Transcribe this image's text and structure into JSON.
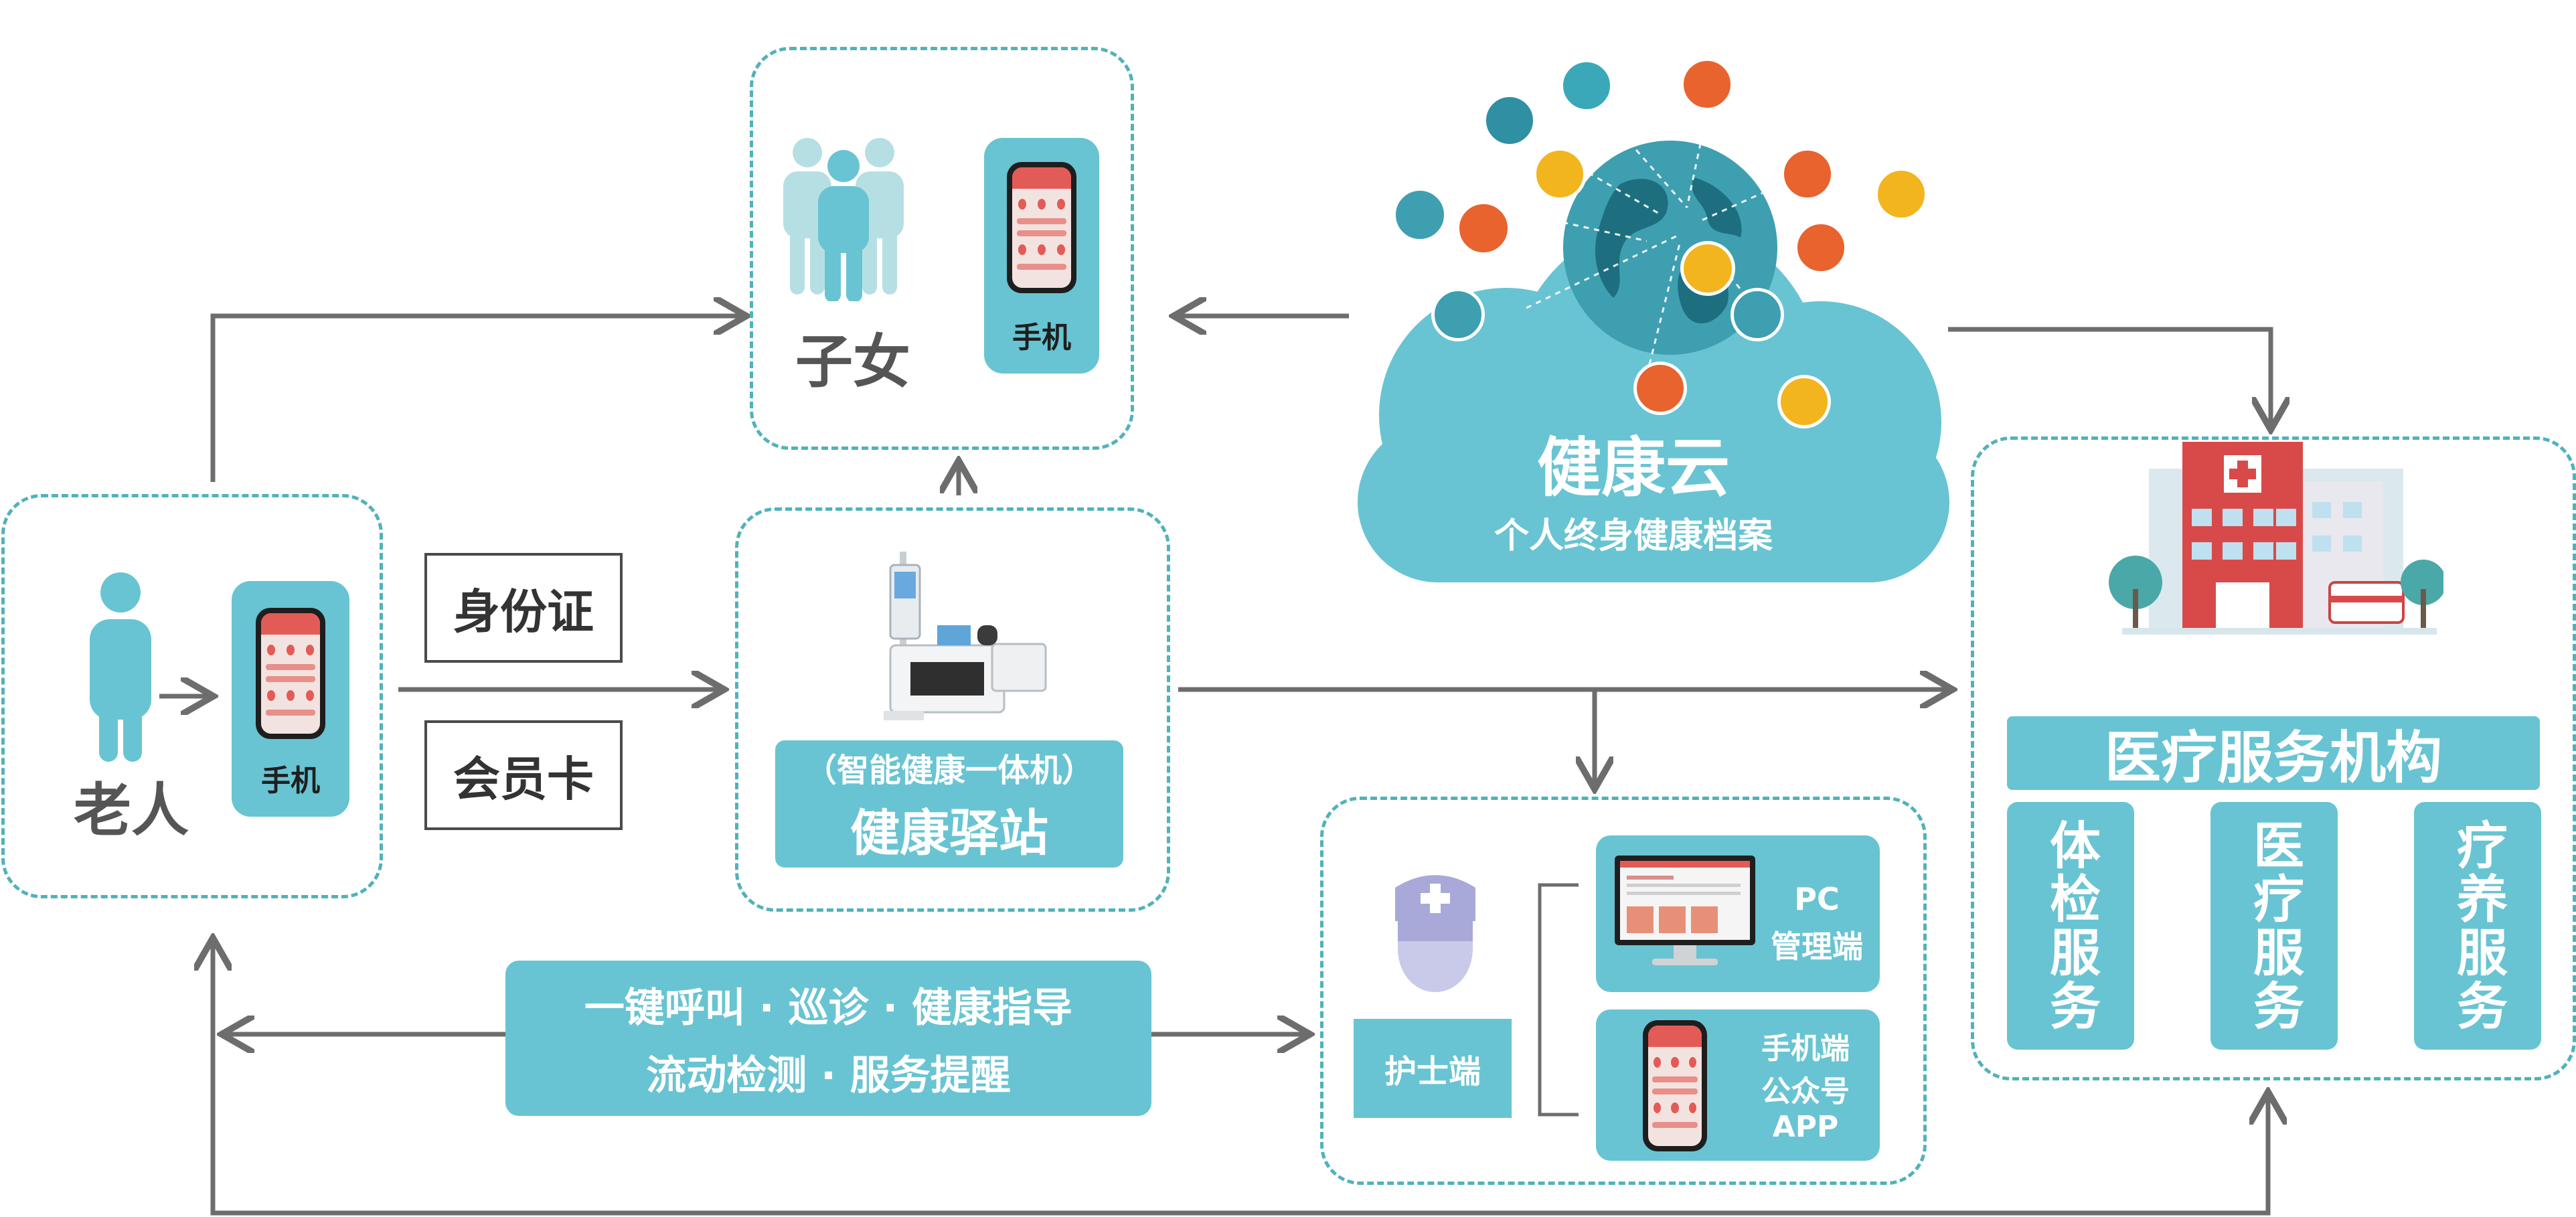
{
  "elder": {
    "label": "老人",
    "phone_label": "手机"
  },
  "children": {
    "label": "子女",
    "phone_label": "手机"
  },
  "credentials": {
    "id_card": "身份证",
    "member_card": "会员卡"
  },
  "station": {
    "subtitle": "（智能健康一体机）",
    "title": "健康驿站"
  },
  "cloud": {
    "title": "健康云",
    "subtitle": "个人终身健康档案"
  },
  "services_banner": {
    "line1": "一键呼叫 · 巡诊 · 健康指导",
    "line2": "流动检测 · 服务提醒"
  },
  "nurse": {
    "label": "护士端",
    "pc_line1": "PC",
    "pc_line2": "管理端",
    "mobile_line1": "手机端",
    "mobile_line2": "公众号",
    "mobile_line3": "APP"
  },
  "institution": {
    "title": "医疗服务机构",
    "col1": "体检服务",
    "col2": "医疗服务",
    "col3": "疗养服务"
  },
  "colors": {
    "teal": "#68c4d2",
    "arrow": "#6d6d6d",
    "dash": "#4fb3b9"
  }
}
